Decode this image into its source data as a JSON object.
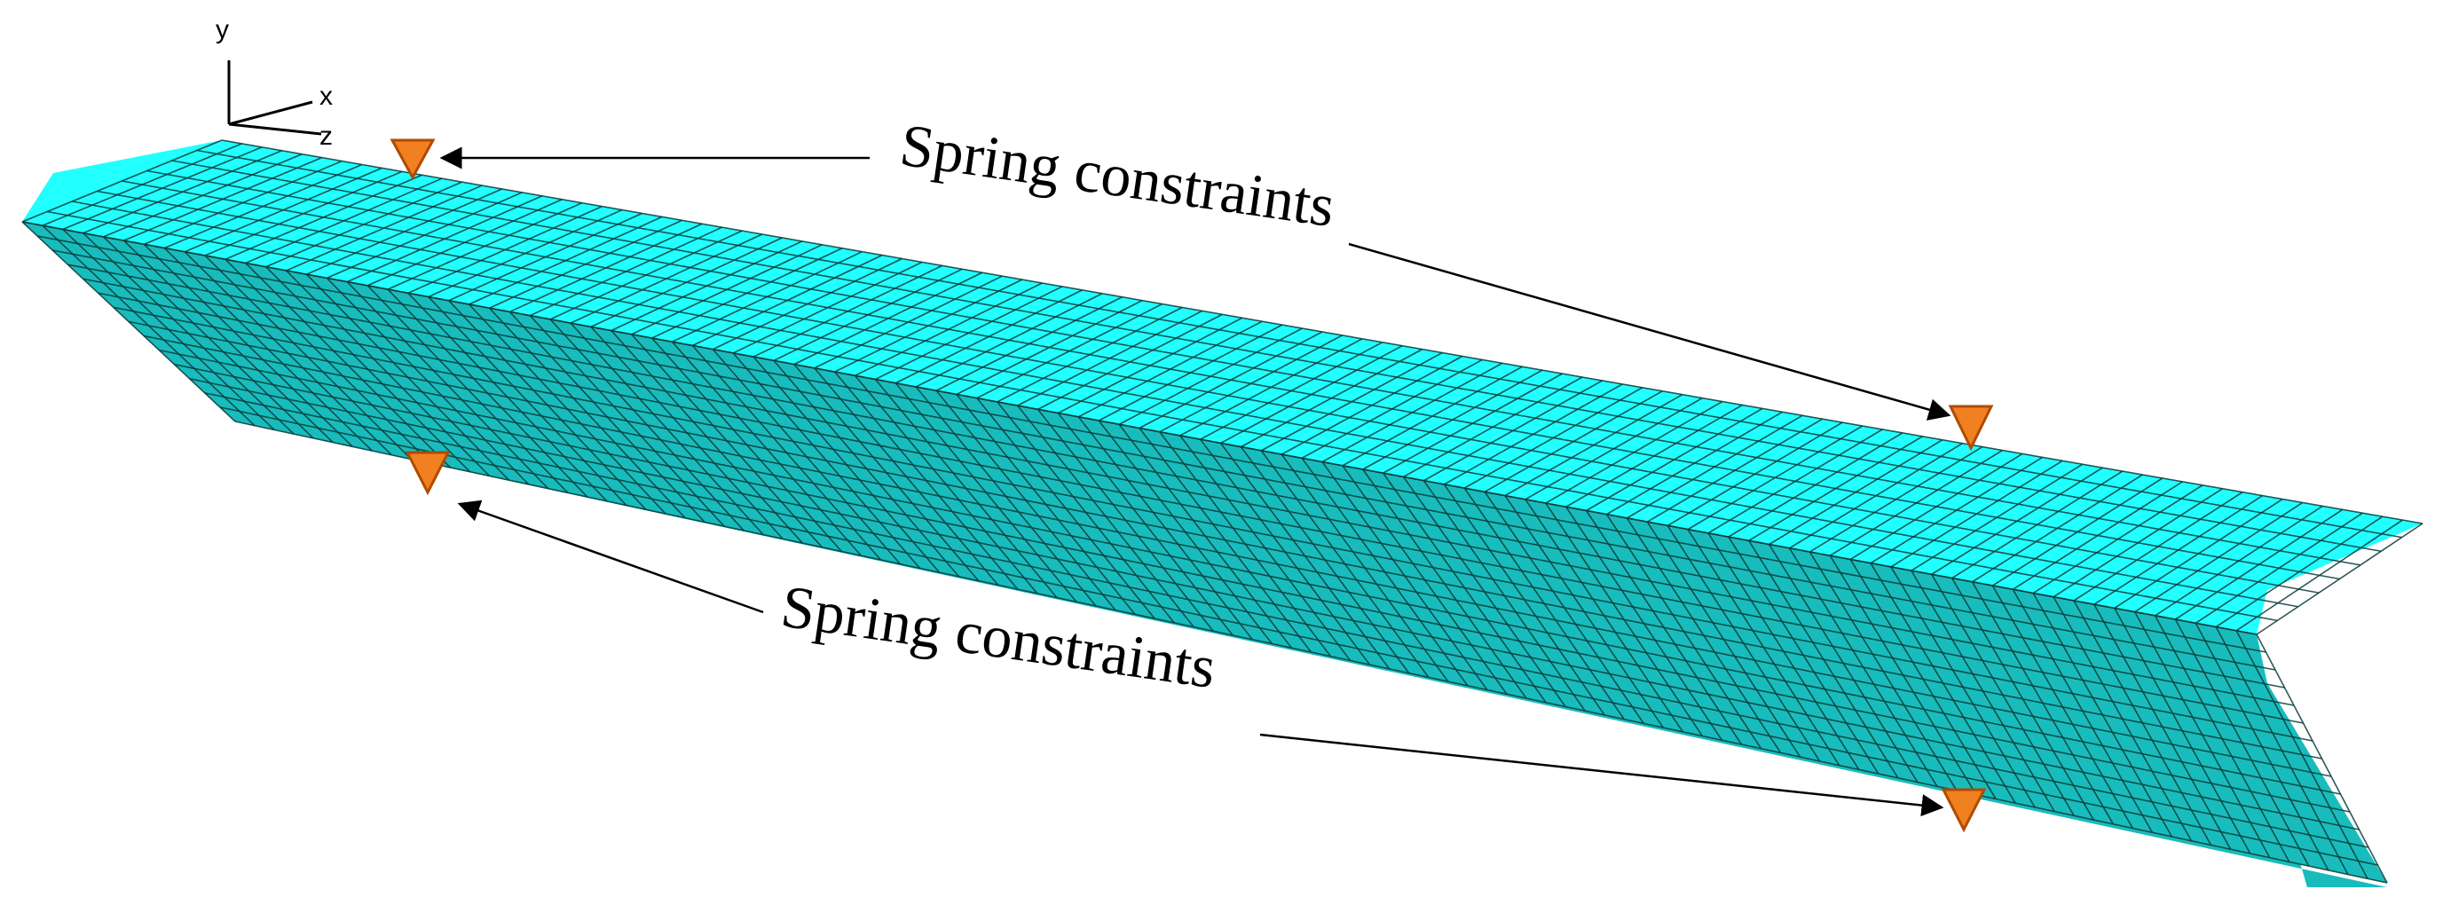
{
  "axes": {
    "y": "y",
    "x": "x",
    "z": "z"
  },
  "callouts": [
    {
      "label": "Spring constraints"
    },
    {
      "label": "Spring constraints"
    }
  ],
  "colors": {
    "mesh_top": "#22ffff",
    "mesh_side": "#19bcbc",
    "mesh_lines": "#0b3b3b",
    "constraint_fill": "#f08020",
    "constraint_stroke": "#b04a00"
  }
}
